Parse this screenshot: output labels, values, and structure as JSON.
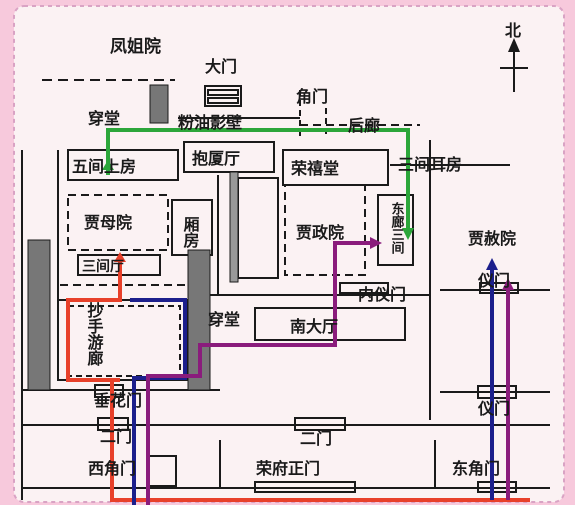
{
  "map": {
    "compass": {
      "label": "北"
    },
    "labels": {
      "fengjie_yuan": "凤姐院",
      "da_men": "大门",
      "jiao_men_top": "角门",
      "fenyou_yingbi": "粉油影壁",
      "hou_lang": "后廊",
      "chuan_tang_left": "穿堂",
      "wujian_shangfang": "五间上房",
      "baoxia_ting": "抱厦厅",
      "rongxi_tang": "荣禧堂",
      "sanjian_erfang": "三间耳房",
      "jiamu_yuan": "贾母院",
      "xiang_fang": "厢房",
      "jiazheng_yuan": "贾政院",
      "dong_lang_sanjian": "东廊三间",
      "jiashe_yuan": "贾赦院",
      "sanjian_ting": "三间厅",
      "chaoshou_youlang": "抄手游廊",
      "nei_yimen": "内仪门",
      "yimen_right": "仪门",
      "chuan_tang_mid": "穿堂",
      "nan_dating": "南大厅",
      "chuihua_men": "垂花门",
      "er_men_left": "二门",
      "er_men_mid": "二门",
      "yimen_lower": "仪门",
      "xi_jiaomen": "西角门",
      "rongfu_zhengmen": "荣府正门",
      "dong_jiaomen": "东角门"
    },
    "route_colors": {
      "red": "#e8402a",
      "blue": "#1c1f8c",
      "purple": "#8a1c7c",
      "green": "#2ca63a"
    }
  }
}
